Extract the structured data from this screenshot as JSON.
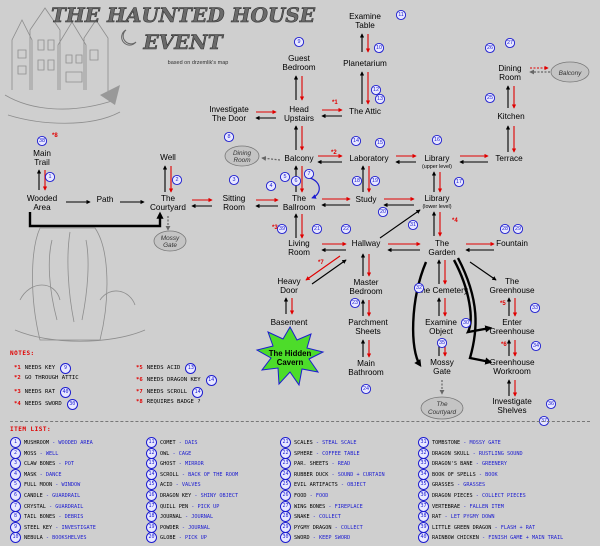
{
  "title": "THE HAUNTED HOUSE",
  "title2": "EVENT",
  "subtitle": "based on drzemlik's map",
  "nodes": {
    "examine_table": [
      "Examine",
      "Table"
    ],
    "guest_bedroom": [
      "Guest",
      "Bedroom"
    ],
    "planetarium": "Planetarium",
    "dining_room": [
      "Dining",
      "Room"
    ],
    "investigate_door": [
      "Investigate",
      "The Door"
    ],
    "head_upstairs": [
      "Head",
      "Upstairs"
    ],
    "the_attic": "The Attic",
    "kitchen": "Kitchen",
    "main_trail": [
      "Main",
      "Trail"
    ],
    "well": "Well",
    "balcony": "Balcony",
    "laboratory": "Laboratory",
    "library_upper": "Library",
    "library_upper_sub": "(upper level)",
    "terrace": "Terrace",
    "wooded_area": [
      "Wooded",
      "Area"
    ],
    "path": "Path",
    "the_courtyard": [
      "The",
      "Courtyard"
    ],
    "sitting_room": [
      "Sitting",
      "Room"
    ],
    "the_ballroom": [
      "The",
      "Ballroom"
    ],
    "study": "Study",
    "library_lower": "Library",
    "library_lower_sub": "(lower level)",
    "living_room": [
      "Living",
      "Room"
    ],
    "hallway": "Hallway",
    "the_garden": [
      "The",
      "Garden"
    ],
    "fountain": "Fountain",
    "heavy_door": [
      "Heavy",
      "Door"
    ],
    "master_bedroom": [
      "Master",
      "Bedroom"
    ],
    "the_cemetery": "The Cemetery",
    "the_greenhouse": [
      "The",
      "Greenhouse"
    ],
    "basement": "Basement",
    "parchment_sheets": [
      "Parchment",
      "Sheets"
    ],
    "examine_object": [
      "Examine",
      "Object"
    ],
    "enter_greenhouse": [
      "Enter",
      "Greenhouse"
    ],
    "hidden_cavern": [
      "The Hidden",
      "Cavern"
    ],
    "main_bathroom": [
      "Main",
      "Bathroom"
    ],
    "mossy_gate": [
      "Mossy",
      "Gate"
    ],
    "greenhouse_workroom": [
      "Greenhouse",
      "Workroom"
    ],
    "investigate_shelves": [
      "Investigate",
      "Shelves"
    ]
  },
  "ovals": {
    "dining_room": [
      "Dining",
      "Room"
    ],
    "balcony": "Balcony",
    "mossy_gate": [
      "Mossy",
      "Gate"
    ],
    "courtyard": [
      "The",
      "Courtyard"
    ]
  },
  "marks": {
    "m1": "*1",
    "m2": "*2",
    "m3": "*3",
    "m4": "*4",
    "m5": "*5",
    "m6": "*6",
    "m7": "*7",
    "m8": "*8"
  },
  "notes_title": "NOTES:",
  "notes": [
    {
      "mark": "*1",
      "text": "NEEDS KEY",
      "badge": "9"
    },
    {
      "mark": "*2",
      "text": "GO THROUGH ATTIC",
      "badge": ""
    },
    {
      "mark": "*3",
      "text": "NEEDS RAT",
      "badge": "40"
    },
    {
      "mark": "*4",
      "text": "NEEDS SWORD",
      "badge": "30"
    },
    {
      "mark": "*5",
      "text": "NEEDS ACID",
      "badge": "13"
    },
    {
      "mark": "*6",
      "text": "NEEDS DRAGON KEY",
      "badge": "14"
    },
    {
      "mark": "*7",
      "text": "NEEDS SCROLL",
      "badge": "14"
    },
    {
      "mark": "*8",
      "text": "REQUIRES BADGE ?",
      "badge": ""
    }
  ],
  "items_title": "ITEM LIST:",
  "items": [
    {
      "n": "1",
      "name": "MUSHROOM",
      "loc": "WOODED AREA"
    },
    {
      "n": "2",
      "name": "MOSS",
      "loc": "WELL"
    },
    {
      "n": "3",
      "name": "CLAW BONES",
      "loc": "POT"
    },
    {
      "n": "4",
      "name": "MASK",
      "loc": "DANCE"
    },
    {
      "n": "5",
      "name": "FULL MOON",
      "loc": "WINDOW"
    },
    {
      "n": "6",
      "name": "CANDLE",
      "loc": "GUARDRAIL"
    },
    {
      "n": "7",
      "name": "CRYSTAL",
      "loc": "GUARDRAIL"
    },
    {
      "n": "8",
      "name": "TAIL BONES",
      "loc": "DEBRIS"
    },
    {
      "n": "9",
      "name": "STEEL KEY",
      "loc": "INVESTIGATE"
    },
    {
      "n": "10",
      "name": "NEBULA",
      "loc": "BOOKSHELVES"
    },
    {
      "n": "11",
      "name": "COMET",
      "loc": "DAIS"
    },
    {
      "n": "12",
      "name": "OWL",
      "loc": "CAGE"
    },
    {
      "n": "13",
      "name": "GHOST",
      "loc": "MIRROR"
    },
    {
      "n": "14",
      "name": "SCROLL",
      "loc": "BACK OF THE ROOM"
    },
    {
      "n": "15",
      "name": "ACID",
      "loc": "VALVES"
    },
    {
      "n": "16",
      "name": "DRAGON KEY",
      "loc": "SHINY OBJECT"
    },
    {
      "n": "17",
      "name": "QUILL PEN",
      "loc": "PICK UP"
    },
    {
      "n": "18",
      "name": "JOURNAL",
      "loc": "JOURNAL"
    },
    {
      "n": "19",
      "name": "POWDER",
      "loc": "JOURNAL"
    },
    {
      "n": "20",
      "name": "GLOBE",
      "loc": "PICK UP"
    },
    {
      "n": "21",
      "name": "SCALES",
      "loc": "STEAL SCALE"
    },
    {
      "n": "22",
      "name": "SPHERE",
      "loc": "COFFEE TABLE"
    },
    {
      "n": "23",
      "name": "PAR. SHEETS",
      "loc": "READ"
    },
    {
      "n": "24",
      "name": "RUBBER DUCK",
      "loc": "SOUND + CURTAIN"
    },
    {
      "n": "25",
      "name": "EVIL ARTIFACTS",
      "loc": "OBJECT"
    },
    {
      "n": "26",
      "name": "FOOD",
      "loc": "FOOD"
    },
    {
      "n": "27",
      "name": "WING BONES",
      "loc": "FIREPLACE"
    },
    {
      "n": "28",
      "name": "SNAKE",
      "loc": "COLLECT"
    },
    {
      "n": "29",
      "name": "PYGMY DRAGON",
      "loc": "COLLECT"
    },
    {
      "n": "30",
      "name": "SWORD",
      "loc": "KEEP SWORD"
    },
    {
      "n": "31",
      "name": "TOMBSTONE",
      "loc": "MOSSY GATE"
    },
    {
      "n": "32",
      "name": "DRAGON SKULL",
      "loc": "RUSTLING SOUND"
    },
    {
      "n": "33",
      "name": "DRAGON'S BANE",
      "loc": "GREENERY"
    },
    {
      "n": "34",
      "name": "BOOK OF SPELLS",
      "loc": "BOOK"
    },
    {
      "n": "35",
      "name": "GRASSES",
      "loc": "GRASSES"
    },
    {
      "n": "36",
      "name": "DRAGON PIECES",
      "loc": "COLLECT PIECES"
    },
    {
      "n": "37",
      "name": "VERTEBRAE",
      "loc": "FALLEN ITEM"
    },
    {
      "n": "38",
      "name": "RAT",
      "loc": "LET PYGMY DOWN"
    },
    {
      "n": "39",
      "name": "LITTLE GREEN DRAGON",
      "loc": "FLASH + RAT"
    },
    {
      "n": "40",
      "name": "RAINBOW CHICKEN",
      "loc": "FINISH GAME + MAIN TRAIL"
    }
  ],
  "badges": {
    "b1": "1",
    "b2": "2",
    "b3": "3",
    "b4": "4",
    "b5": "5",
    "b6": "6",
    "b7": "7",
    "b8": "8",
    "b9": "9",
    "b10": "10",
    "b11": "11",
    "b12": "12",
    "b13": "13",
    "b14": "14",
    "b15": "15",
    "b16": "16",
    "b17": "17",
    "b18": "18",
    "b19": "19",
    "b20": "20",
    "b21": "21",
    "b22": "22",
    "b23": "23",
    "b24": "24",
    "b25": "25",
    "b26": "26",
    "b27": "27",
    "b28": "28",
    "b29": "29",
    "b30": "30",
    "b31": "31",
    "b32": "32",
    "b33": "33",
    "b34": "34",
    "b35": "35",
    "b36": "36",
    "b37": "37",
    "b38": "38",
    "b39": "39",
    "b40": "40"
  },
  "colors": {
    "key": "#1c1cd0",
    "arrow": "#e00000",
    "cavern": "#4ddc2a"
  }
}
